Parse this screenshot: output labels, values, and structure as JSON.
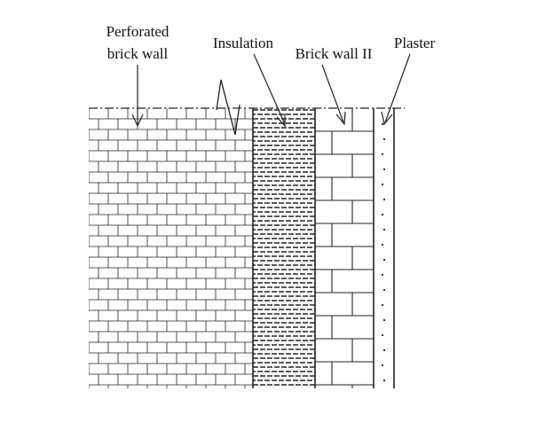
{
  "labels": {
    "perforated_line1": "Perforated",
    "perforated_line2": "brick wall",
    "insulation": "Insulation",
    "brick_wall_ii": "Brick wall II",
    "plaster": "Plaster"
  },
  "colors": {
    "line": "#222222",
    "background": "#ffffff"
  }
}
